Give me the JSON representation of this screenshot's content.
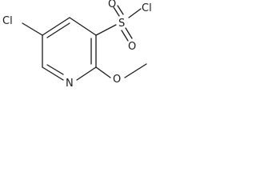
{
  "molecule": {
    "atoms": {
      "cl_ring": "Cl",
      "n_ring": "N",
      "o_methoxy": "O",
      "s": "S",
      "o_sulfonyl_top": "O",
      "o_sulfonyl_bottom": "O",
      "cl_sulfonyl": "Cl"
    }
  },
  "colors": {
    "ink": "#1a1a1a",
    "background": "#ffffff"
  }
}
